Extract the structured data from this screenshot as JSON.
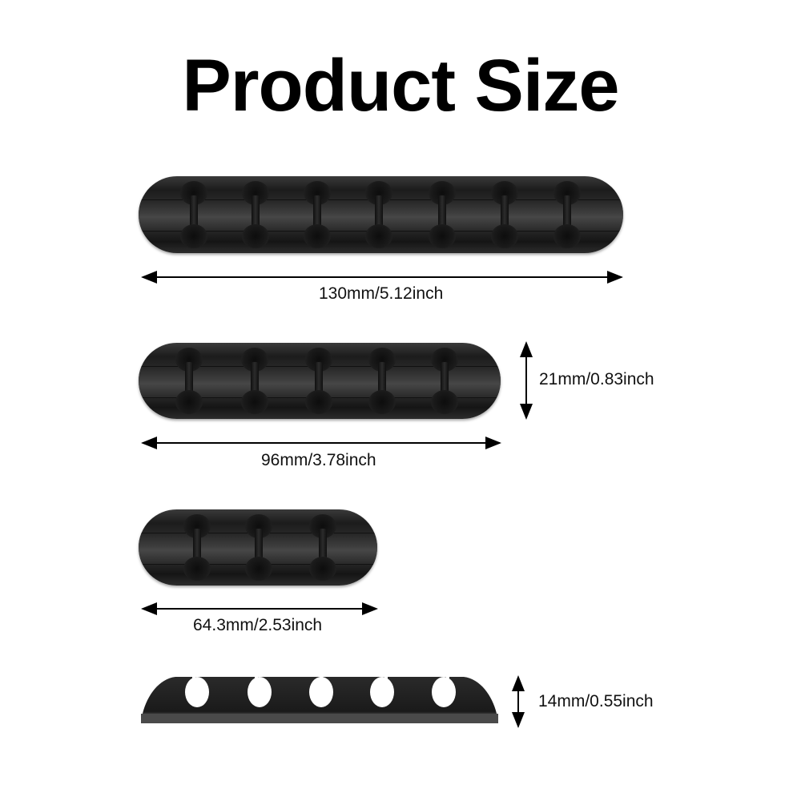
{
  "title": "Product Size",
  "products": [
    {
      "name": "7-slot cable clip",
      "slots": 7,
      "length_label": "130mm/5.12inch"
    },
    {
      "name": "5-slot cable clip",
      "slots": 5,
      "length_label": "96mm/3.78inch",
      "width_label": "21mm/0.83inch"
    },
    {
      "name": "3-slot cable clip",
      "slots": 3,
      "length_label": "64.3mm/2.53inch"
    },
    {
      "name": "side view cable clip",
      "slots": 5,
      "height_label": "14mm/0.55inch"
    }
  ],
  "colors": {
    "product": "#1e1e1e",
    "text": "#111111",
    "background": "#ffffff"
  }
}
